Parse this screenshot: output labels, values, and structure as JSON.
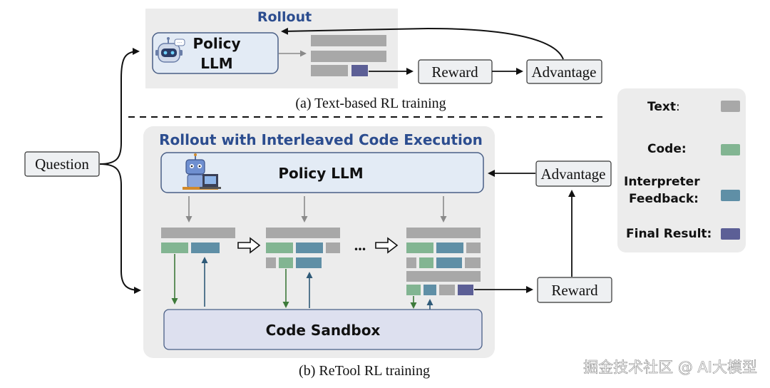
{
  "colors": {
    "text_block": "#a8a8a8",
    "code_block": "#82b592",
    "interpreter_block": "#5f8fa6",
    "final_block": "#5c5f96",
    "title_blue": "#2c4d8f",
    "panel_bg": "#ececec",
    "llm_box": "#e3ebf5",
    "sandbox_box": "#dde0ef"
  },
  "top_panel": {
    "title": "Rollout",
    "policy_line1": "Policy",
    "policy_line2": "LLM",
    "robot_icon": "robot-head-icon"
  },
  "labels": {
    "question": "Question",
    "reward_top": "Reward",
    "advantage_top": "Advantage",
    "caption_a": "(a) Text-based RL training",
    "advantage_bottom": "Advantage",
    "reward_bottom": "Reward",
    "caption_b": "(b) ReTool RL training",
    "ellipsis": "..."
  },
  "bottom_panel": {
    "title": "Rollout with Interleaved Code Execution",
    "policy_llm": "Policy LLM",
    "code_sandbox": "Code Sandbox",
    "robot_icon": "robot-laptop-icon"
  },
  "legend": {
    "items": [
      {
        "label": "Text",
        "suffix": ":",
        "color": "#a8a8a8"
      },
      {
        "label": "Code:",
        "suffix": "",
        "color": "#82b592"
      },
      {
        "label": "Interpreter",
        "label2": "Feedback:",
        "suffix": "",
        "color": "#5f8fa6"
      },
      {
        "label": "Final Result:",
        "suffix": "",
        "color": "#5c5f96"
      }
    ]
  },
  "watermark": "掘金技术社区 @ AI大模型"
}
